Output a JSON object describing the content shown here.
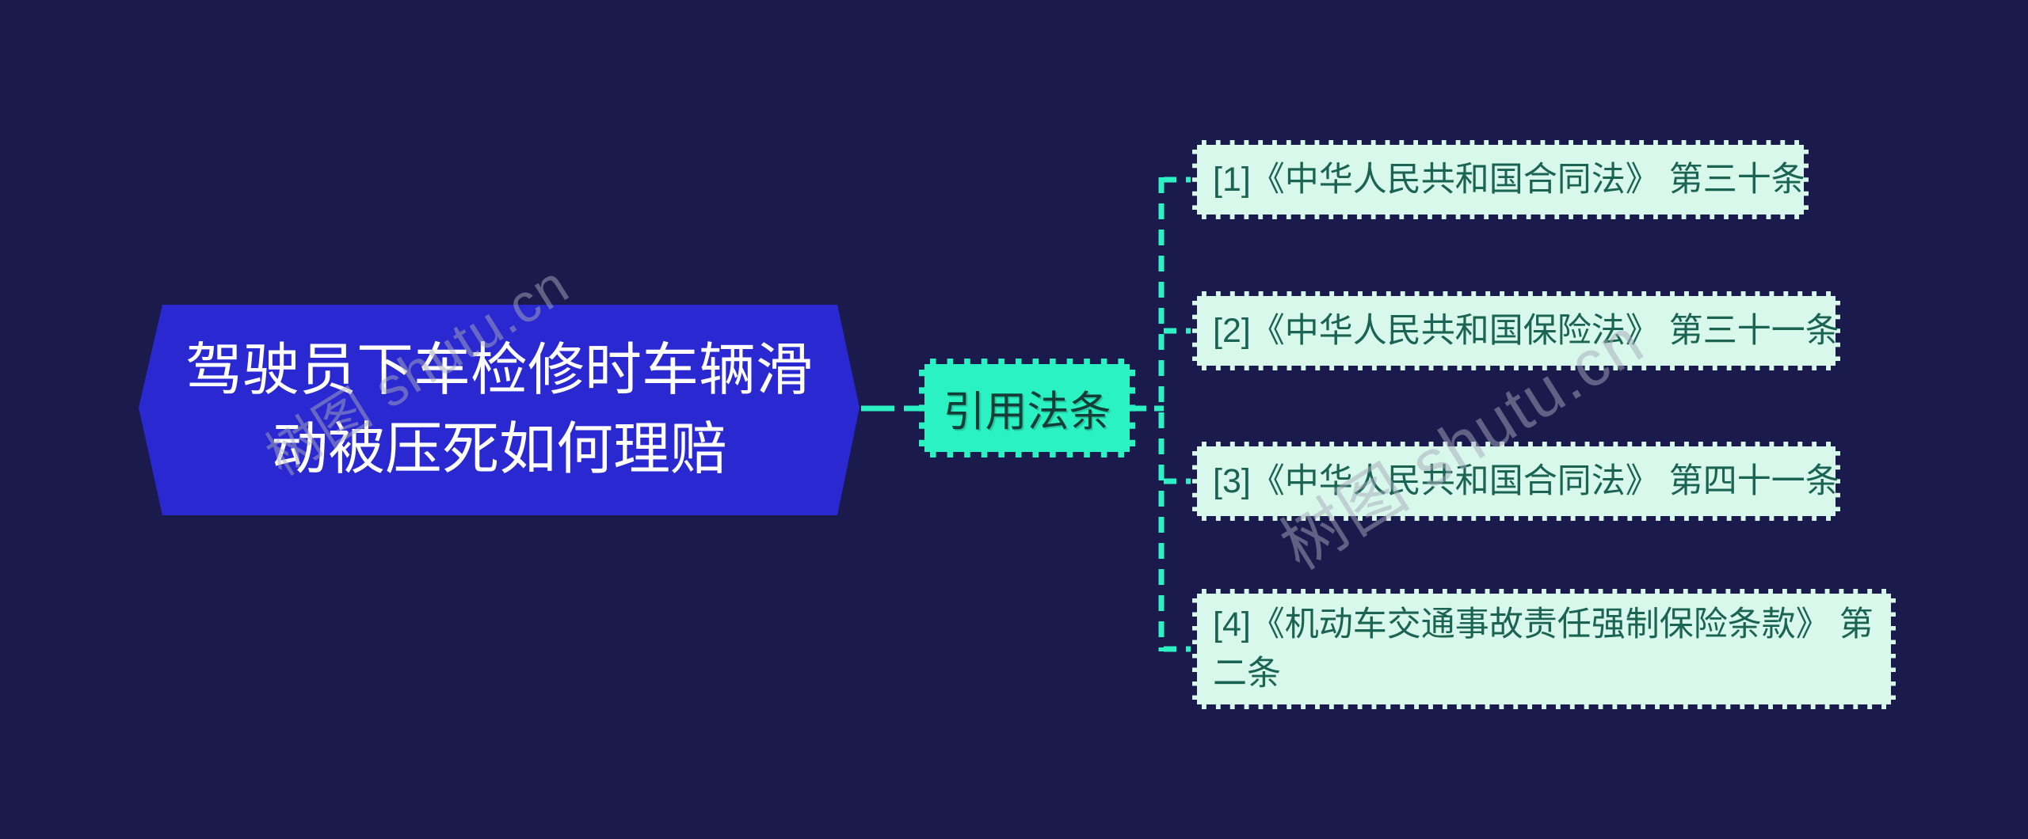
{
  "diagram_type": "mindmap",
  "root_node": {
    "text": "驾驶员下车检修时车辆滑\n动被压死如何理赔"
  },
  "branch_node": {
    "label": "引用法条"
  },
  "citations": [
    {
      "label": "[1]《中华人民共和国合同法》 第三十条"
    },
    {
      "label": "[2]《中华人民共和国保险法》 第三十一条"
    },
    {
      "label": "[3]《中华人民共和国合同法》 第四十一条"
    },
    {
      "label": "[4]《机动车交通事故责任强制保险条款》 第\n二条"
    }
  ],
  "watermark": {
    "text": "树图 shutu.cn"
  },
  "colors": {
    "background": "#1A1A4D",
    "root_fill": "#2A28D0",
    "root_text": "#FFFFFF",
    "branch_fill": "#2BF2C2",
    "branch_text": "#123E37",
    "citation_fill": "#D7F8EB",
    "citation_text": "#1B6353",
    "connector": "#2BF2C2",
    "watermark": "#A5A8B9"
  }
}
